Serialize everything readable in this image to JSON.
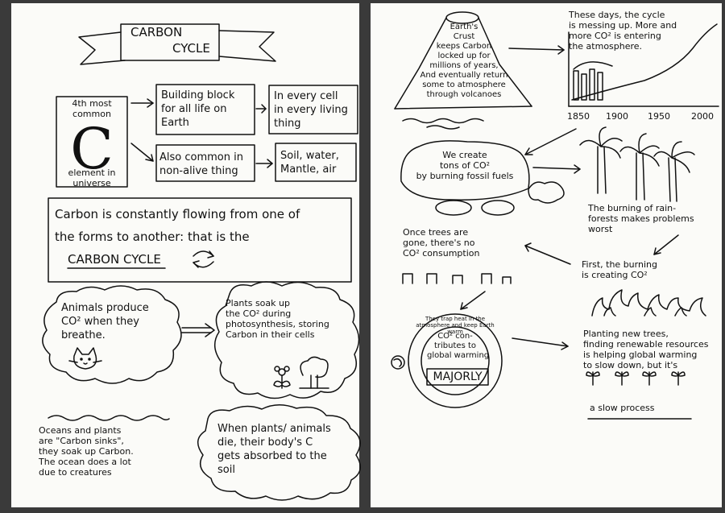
{
  "left_page": {
    "banner_title": {
      "line1": "CARBON",
      "line2": "CYCLE"
    },
    "element_box": {
      "top": "4th most\ncommon",
      "letter": "C",
      "bottom": "element in\nuniverse"
    },
    "building_block": "Building block\nfor all life on\nEarth",
    "every_cell": "In every cell\nin every living\nthing",
    "non_alive": "Also common in\nnon-alive thing",
    "soil_list": "Soil, water,\nMantle, air",
    "flow_statement": {
      "line1": "Carbon is constantly flowing from one of",
      "line2": "the forms to another: that is the",
      "line3": "CARBON CYCLE"
    },
    "animals_cloud": "Animals produce\nCO² when they\nbreathe.",
    "plants_cloud": "Plants soak up\nthe CO² during\nphotosynthesis, storing\nCarbon in their cells",
    "oceans_note": "Oceans and plants\nare \"Carbon sinks\",\nthey soak up Carbon.\nThe ocean does a lot\ndue to creatures",
    "die_cloud": "When plants/ animals\ndie, their body's C\ngets absorbed to the\nsoil"
  },
  "right_page": {
    "volcano_text": "Earth's\nCrust\nkeeps Carbon\nlocked up for\nmillions of years,\nAnd eventually return\nsome to atmosphere\nthrough volcanoes",
    "cycle_messing": "These days, the cycle\nis messing up. More and\nmore CO² is entering\nthe atmosphere.",
    "timeline_years": [
      "1850",
      "1900",
      "1950",
      "2000"
    ],
    "car_text": "We create\ntons of CO²\nby burning fossil fuels",
    "rainforest_text": "The burning of rain-\nforests makes problems\nworst",
    "trees_gone": "Once trees are\ngone, there's no\nCO² consumption",
    "first_burning": "First, the burning\nis creating CO²",
    "earth_center": "CO² con-\ntributes to\nglobal warming",
    "earth_majorly": "MAJORLY",
    "earth_ring": "They trap heat in the atmosphere and keep Earth warm",
    "planting_text": "Planting new trees,\nfinding renewable resources\nis helping global warming\nto slow down, but it's",
    "slow_process": "a slow process"
  },
  "colors": {
    "ink": "#111111",
    "paper": "#fbfbf8",
    "background": "#3a3a3a"
  }
}
